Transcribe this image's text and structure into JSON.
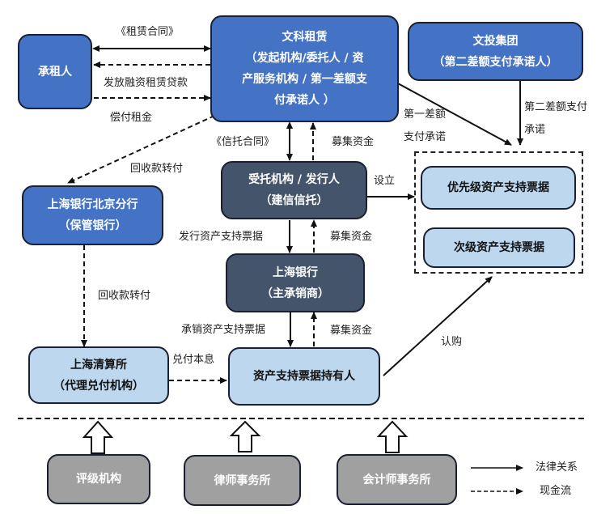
{
  "nodes": {
    "lessee": {
      "lines": [
        "承租人"
      ],
      "color": "#4472c4"
    },
    "wenke_leasing": {
      "lines": [
        "文科租赁",
        "（发起机构/委托人 / 资",
        "产服务机构 / 第一差额支",
        "付承诺人 ）"
      ],
      "color": "#4472c4"
    },
    "wentou_group": {
      "lines": [
        "文投集团",
        "（第二差额支付承诺人）"
      ],
      "color": "#4472c4"
    },
    "custodian_bank": {
      "lines": [
        "上海银行北京分行",
        "（保管银行）"
      ],
      "color": "#4472c4"
    },
    "trustee": {
      "lines": [
        "受托机构 / 发行人",
        "（建信信托）"
      ],
      "color": "#44546a"
    },
    "lead_underwriter": {
      "lines": [
        "上海银行",
        "（主承销商）"
      ],
      "color": "#44546a"
    },
    "senior_notes": {
      "lines": [
        "优先级资产支持票据"
      ],
      "color": "#bdd7ee"
    },
    "subordinated_notes": {
      "lines": [
        "次级资产支持票据"
      ],
      "color": "#bdd7ee"
    },
    "clearing_house": {
      "lines": [
        "上海清算所",
        "（代理兑付机构）"
      ],
      "color": "#bdd7ee"
    },
    "note_holders": {
      "lines": [
        "资产支持票据持有人"
      ],
      "color": "#bdd7ee"
    },
    "rating_agency": {
      "lines": [
        "评级机构"
      ],
      "color": "#a0a0a0"
    },
    "law_firm": {
      "lines": [
        "律师事务所"
      ],
      "color": "#a0a0a0"
    },
    "accounting_firm": {
      "lines": [
        "会计师事务所"
      ],
      "color": "#a0a0a0"
    }
  },
  "edge_labels": {
    "lease_contract": "《租赁合同》",
    "loan_disbursement": "发放融资租赁贷款",
    "rent_payment": "偿付租金",
    "collection_transfer_1": "回收款转付",
    "trust_contract": "《信托合同》",
    "raise_funds_1": "募集资金",
    "first_diff_line1": "第一差额",
    "first_diff_line2": "支付承诺",
    "second_diff_line1": "第二差额支付",
    "second_diff_line2": "承诺",
    "establish": "设立",
    "issue_notes": "发行资产支持票据",
    "raise_funds_2": "募集资金",
    "collection_transfer_2": "回收款转付",
    "underwrite_notes": "承销资产支持票据",
    "raise_funds_3": "募集资金",
    "pay_principal_interest": "兑付本息",
    "subscribe": "认购"
  },
  "legend": {
    "legal": "法律关系",
    "cash": "现金流"
  }
}
